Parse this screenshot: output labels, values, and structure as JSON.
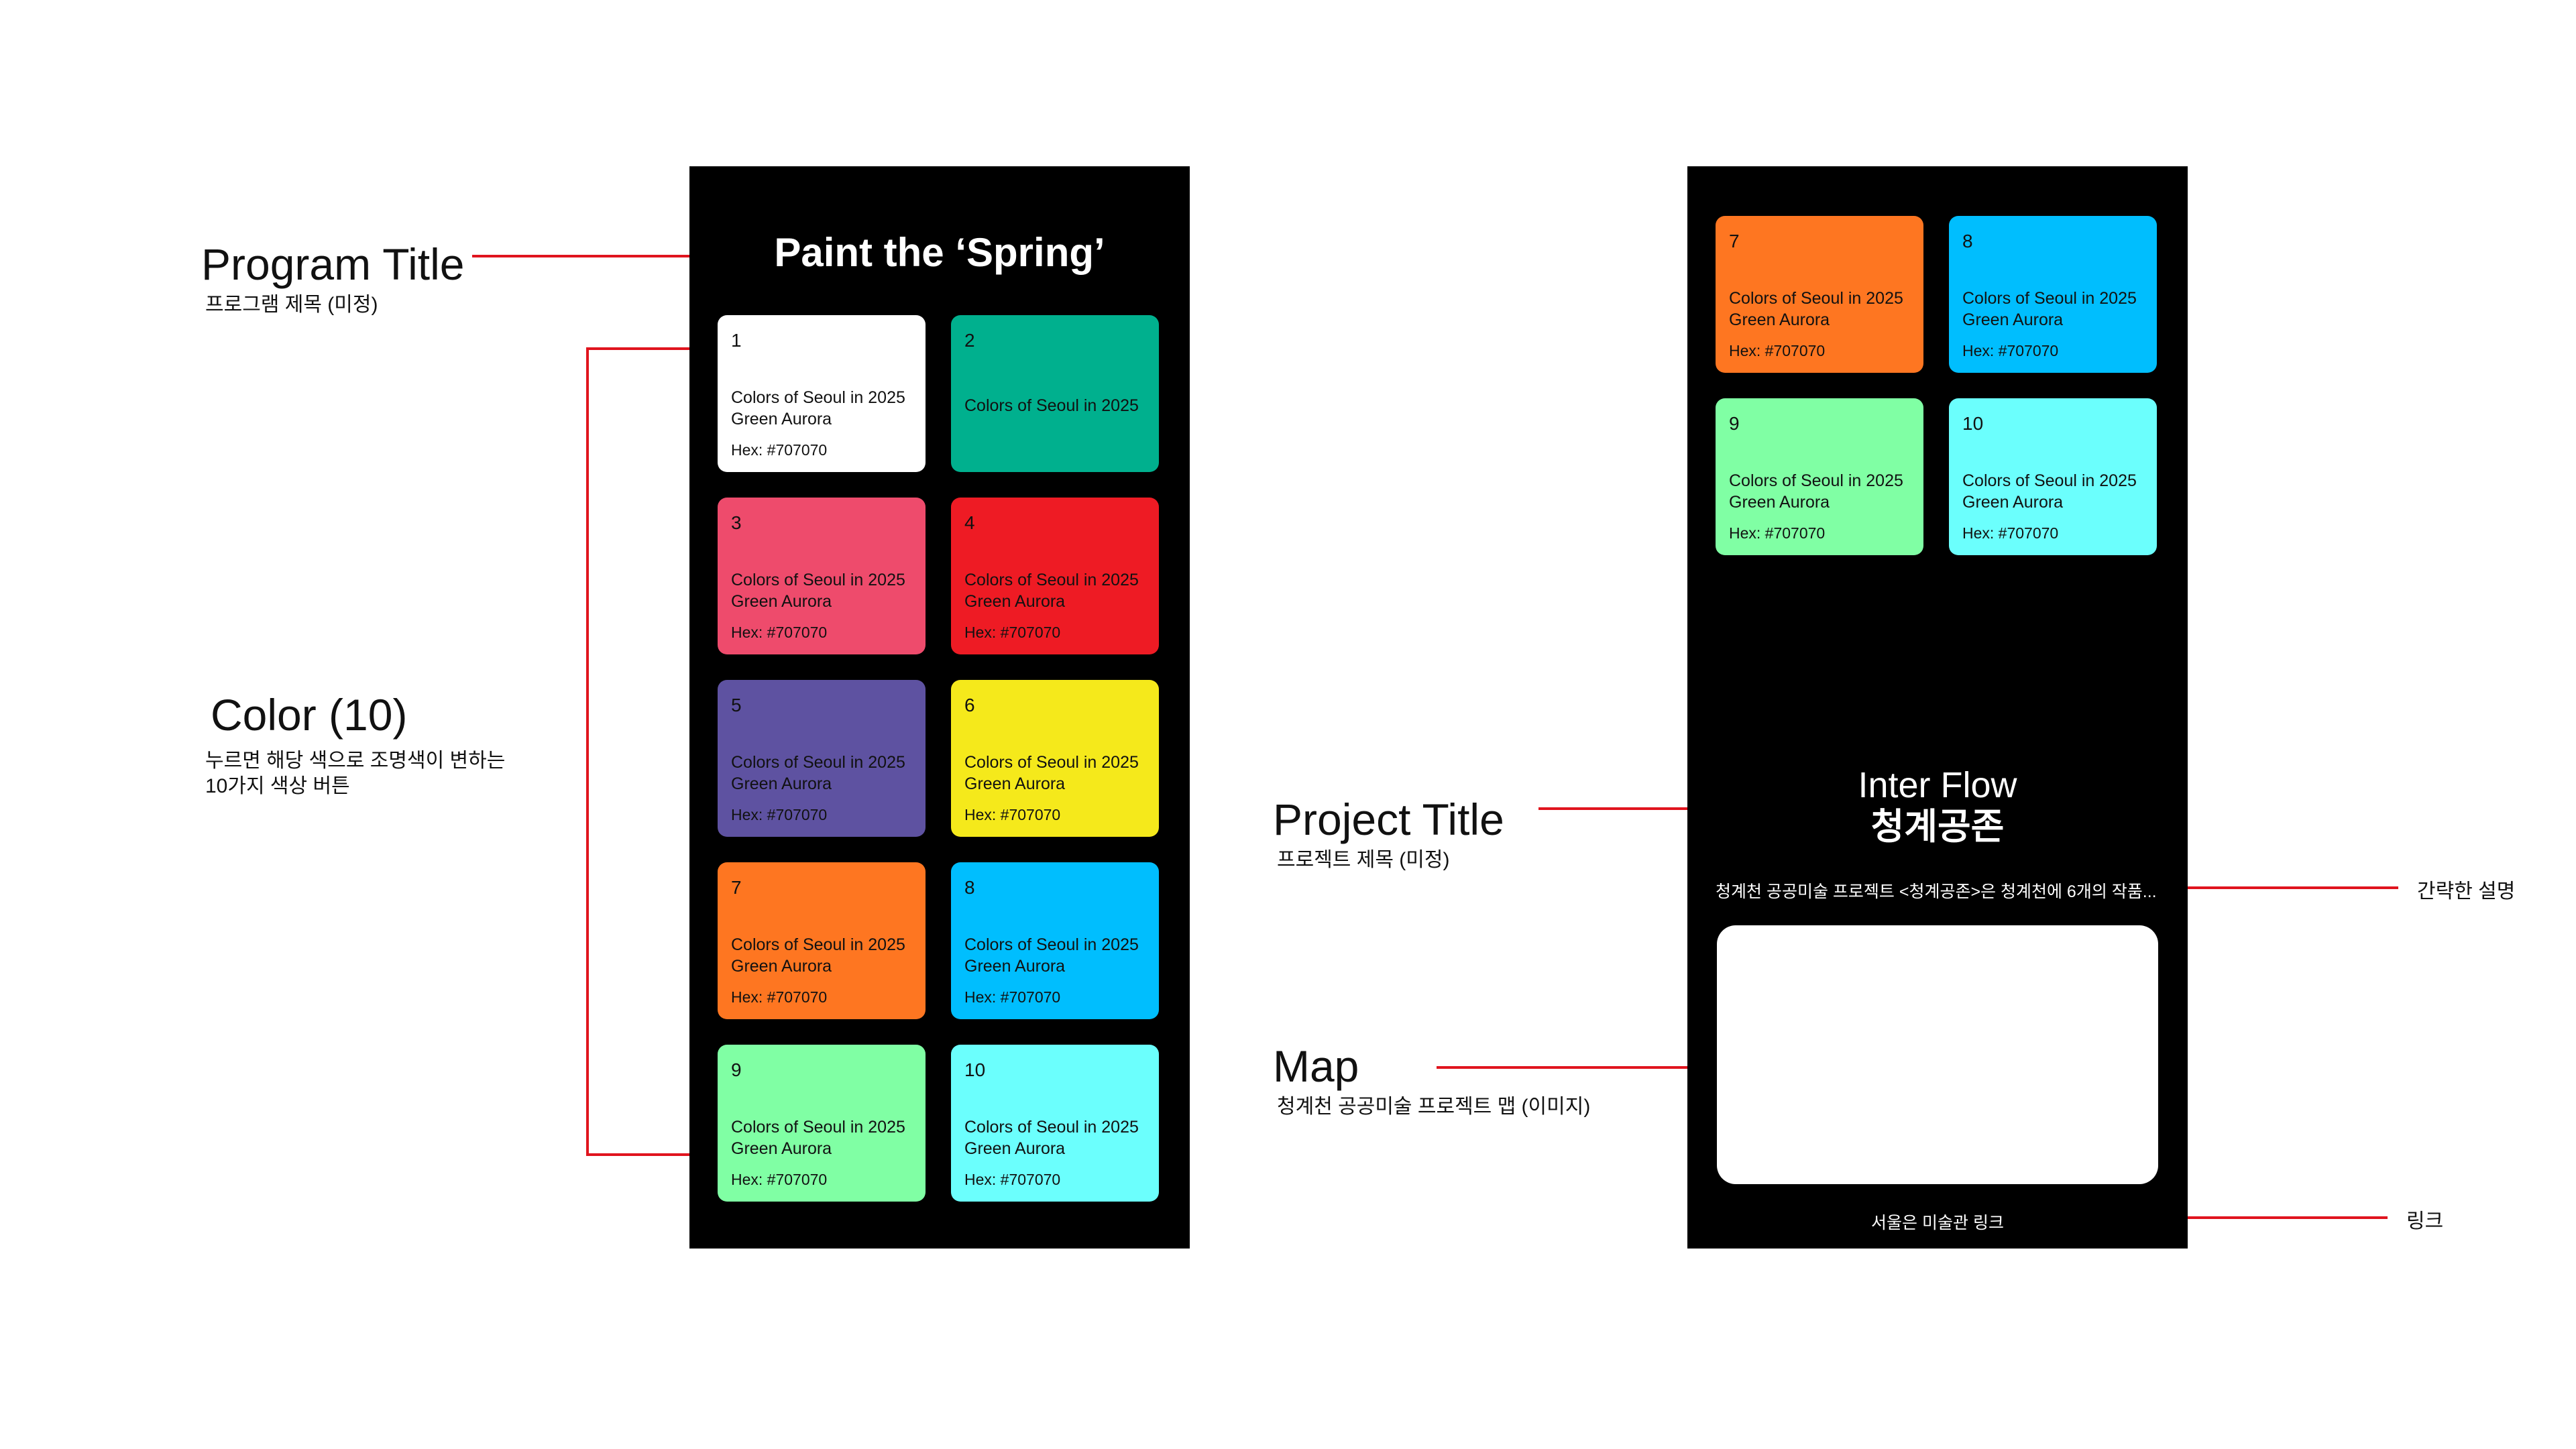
{
  "annotations": {
    "program_title": {
      "title": "Program Title",
      "subtitle": "프로그램 제목 (미정)"
    },
    "color": {
      "title": "Color (10)",
      "subtitle": "누르면 해당 색으로 조명색이 변하는\n10가지 색상 버튼"
    },
    "project_title": {
      "title": "Project Title",
      "subtitle": "프로젝트 제목 (미정)"
    },
    "map": {
      "title": "Map",
      "subtitle": "청계천 공공미술 프로젝트 맵 (이미지)"
    },
    "description": {
      "label": "간략한 설명"
    },
    "link": {
      "label": "링크"
    }
  },
  "left_screen": {
    "title": "Paint  the ‘Spring’",
    "cards": [
      {
        "number": "1",
        "line1": "Colors of Seoul in 2025",
        "line2": "Green Aurora",
        "hex": "Hex: #707070",
        "color": "#ffffff"
      },
      {
        "number": "2",
        "line1": "Colors of Seoul in 2025",
        "line2": "",
        "hex": "",
        "color": "#00b08e"
      },
      {
        "number": "3",
        "line1": "Colors of Seoul in 2025",
        "line2": "Green Aurora",
        "hex": "Hex: #707070",
        "color": "#ee4b6c"
      },
      {
        "number": "4",
        "line1": "Colors of Seoul in 2025",
        "line2": "Green Aurora",
        "hex": "Hex: #707070",
        "color": "#ee1b24"
      },
      {
        "number": "5",
        "line1": "Colors of Seoul in 2025",
        "line2": "Green Aurora",
        "hex": "Hex: #707070",
        "color": "#5e52a1"
      },
      {
        "number": "6",
        "line1": "Colors of Seoul in 2025",
        "line2": "Green Aurora",
        "hex": "Hex: #707070",
        "color": "#f5e91b"
      },
      {
        "number": "7",
        "line1": "Colors of Seoul in 2025",
        "line2": "Green Aurora",
        "hex": "Hex: #707070",
        "color": "#fe7621"
      },
      {
        "number": "8",
        "line1": "Colors of Seoul in 2025",
        "line2": "Green Aurora",
        "hex": "Hex: #707070",
        "color": "#00befe"
      },
      {
        "number": "9",
        "line1": "Colors of Seoul in 2025",
        "line2": "Green Aurora",
        "hex": "Hex: #707070",
        "color": "#80ffa4"
      },
      {
        "number": "10",
        "line1": "Colors of Seoul in 2025",
        "line2": "Green Aurora",
        "hex": "Hex: #707070",
        "color": "#6bfffd"
      }
    ]
  },
  "right_screen": {
    "cards": [
      {
        "number": "7",
        "line1": "Colors of Seoul in 2025",
        "line2": "Green Aurora",
        "hex": "Hex: #707070",
        "color": "#fe7621"
      },
      {
        "number": "8",
        "line1": "Colors of Seoul in 2025",
        "line2": "Green Aurora",
        "hex": "Hex: #707070",
        "color": "#00befe"
      },
      {
        "number": "9",
        "line1": "Colors of Seoul in 2025",
        "line2": "Green Aurora",
        "hex": "Hex: #707070",
        "color": "#80ffa4"
      },
      {
        "number": "10",
        "line1": "Colors of Seoul in 2025",
        "line2": "Green Aurora",
        "hex": "Hex: #707070",
        "color": "#6bfffd"
      }
    ],
    "project_title_line1": "Inter Flow",
    "project_title_line2": "청계공존",
    "description": "청계천 공공미술 프로젝트 <청계공존>은 청계천에 6개의 작품...",
    "link_text": "서울은 미술관 링크"
  },
  "colors": {
    "annotation_line": "#e0141e",
    "panel_bg": "#000000"
  }
}
